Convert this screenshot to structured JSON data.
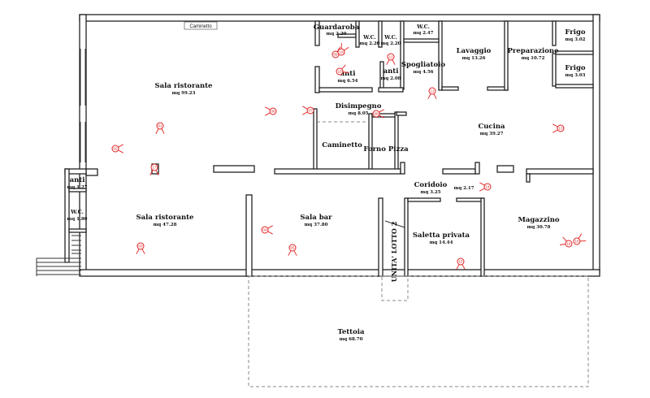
{
  "rooms": [
    {
      "name": "Sala ristorante",
      "area": "mq 99.23"
    },
    {
      "name": "Guardaroba",
      "area": "mq 2.20"
    },
    {
      "name": "W.C.",
      "area": "mq 2.20"
    },
    {
      "name": "W.C.",
      "area": "mq 2.20"
    },
    {
      "name": "W.C.",
      "area": "mq 2.47"
    },
    {
      "name": "Lavaggio",
      "area": "mq 13.26"
    },
    {
      "name": "Preparazione",
      "area": "mq 10.72"
    },
    {
      "name": "Frigo",
      "area": "mq 3.02"
    },
    {
      "name": "Frigo",
      "area": "mq 3.03"
    },
    {
      "name": "anti",
      "area": "mq 6.54"
    },
    {
      "name": "anti",
      "area": "mq 2.08"
    },
    {
      "name": "Spogliatoio",
      "area": "mq 4.56"
    },
    {
      "name": "Disimpegno",
      "area": "mq 8.05"
    },
    {
      "name": "Cucina",
      "area": "mq 39.27"
    },
    {
      "name": "Caminetto",
      "area": ""
    },
    {
      "name": "Forno Pizza",
      "area": ""
    },
    {
      "name": "anti",
      "area": "mq 1.27"
    },
    {
      "name": "W.C.",
      "area": "mq 1.80"
    },
    {
      "name": "Coridoio",
      "area": "mq 3.25"
    },
    {
      "name": "Sala ristorante",
      "area": "mq 47.28"
    },
    {
      "name": "Sala bar",
      "area": "mq 37.80"
    },
    {
      "name": "Saletta privata",
      "area": "mq 14.44"
    },
    {
      "name": "Magazzino",
      "area": "mq 30.78"
    },
    {
      "name": "Tettoia",
      "area": "mq 68.70"
    },
    {
      "name": "",
      "area": "mq 2.17"
    }
  ],
  "unit_label": "UNITA' LOTTO 2",
  "fireplace_label": "Caminetto",
  "photo_points": [
    "01",
    "02",
    "03",
    "04",
    "05",
    "06",
    "07",
    "08",
    "09",
    "10",
    "11",
    "12",
    "13",
    "14",
    "15",
    "16",
    "17",
    "18",
    "19"
  ],
  "colors": {
    "walls": "#222222",
    "photo_markers": "#e02020",
    "dashed": "#888888"
  }
}
